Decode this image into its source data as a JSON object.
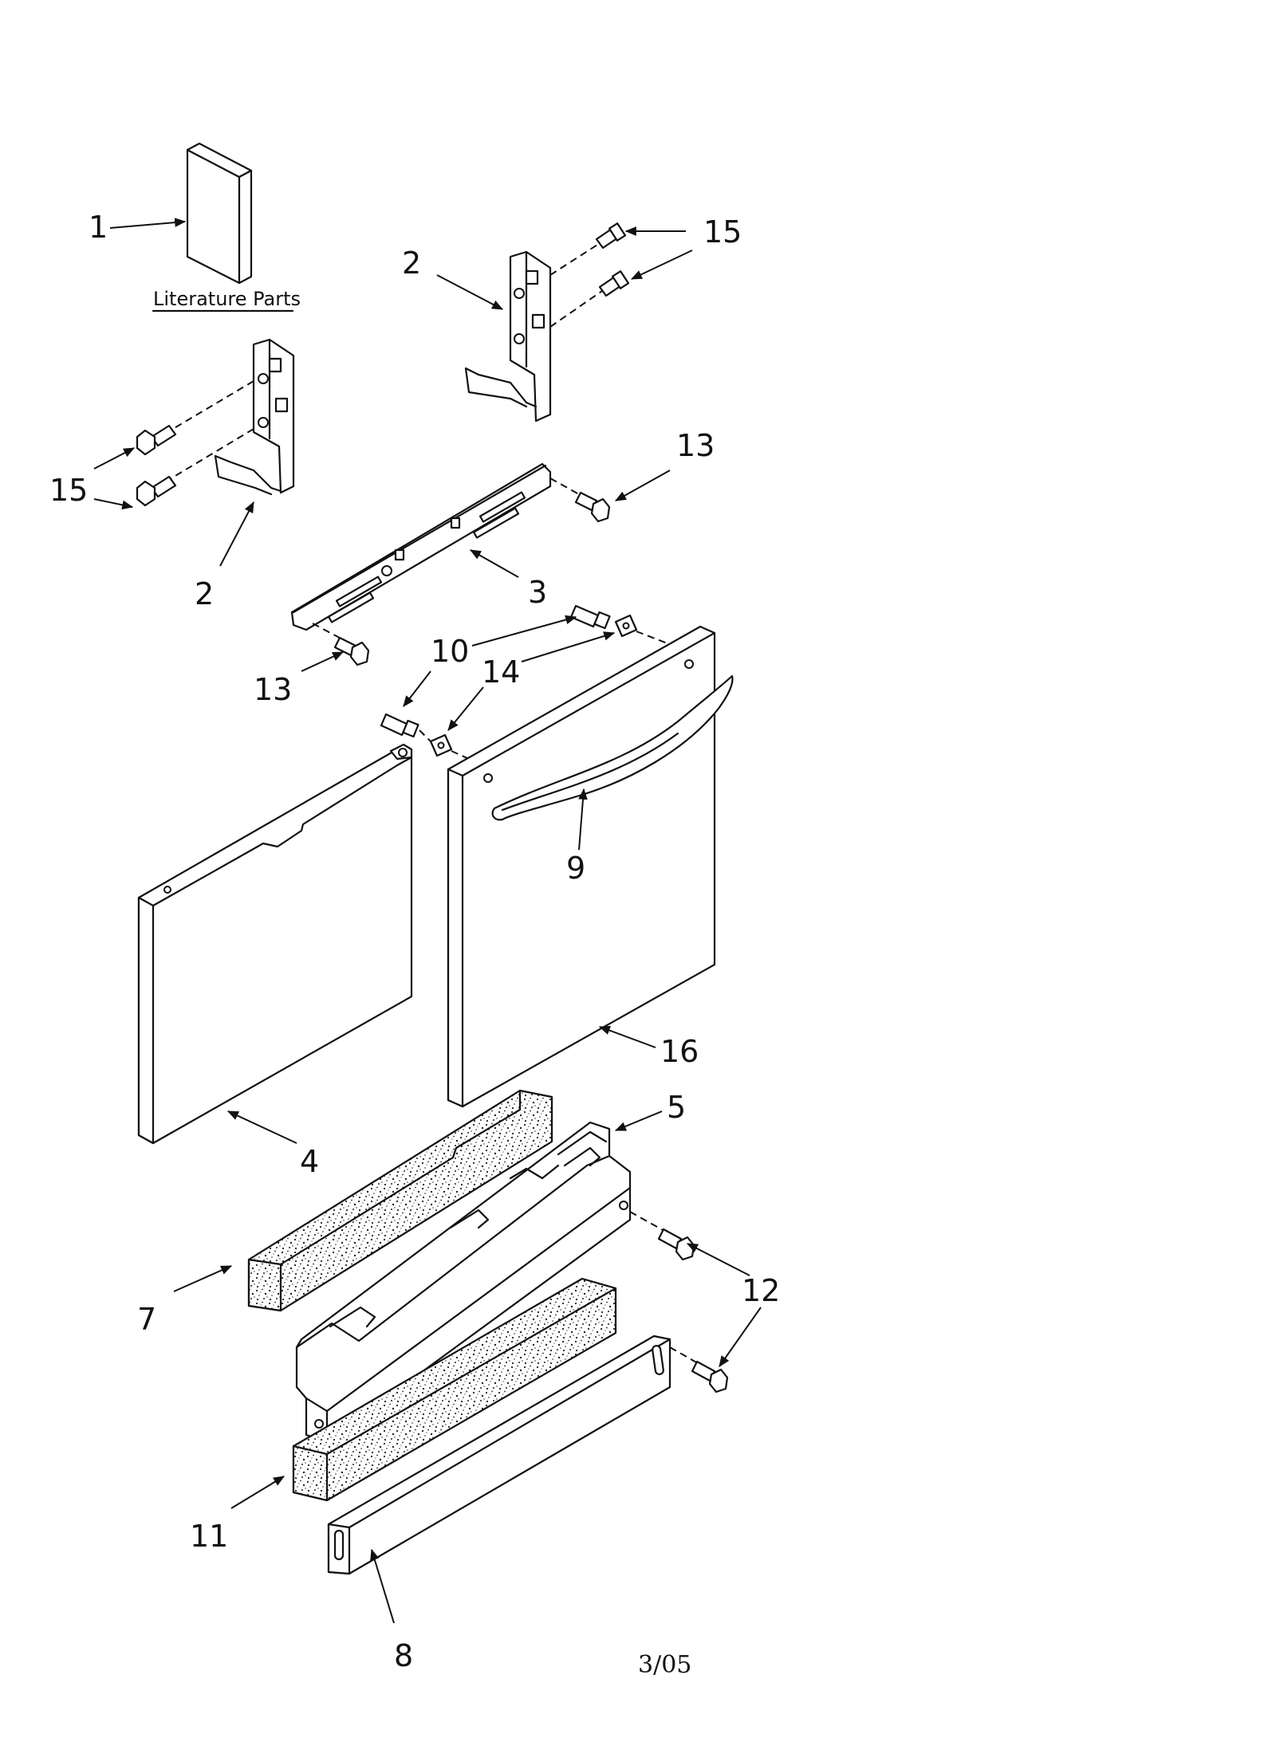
{
  "caption": "Literature Parts",
  "footer": "3/05",
  "callouts": [
    "1",
    "2",
    "15",
    "2",
    "15",
    "13",
    "3",
    "13",
    "10",
    "14",
    "9",
    "16",
    "4",
    "5",
    "7",
    "12",
    "11",
    "8"
  ]
}
